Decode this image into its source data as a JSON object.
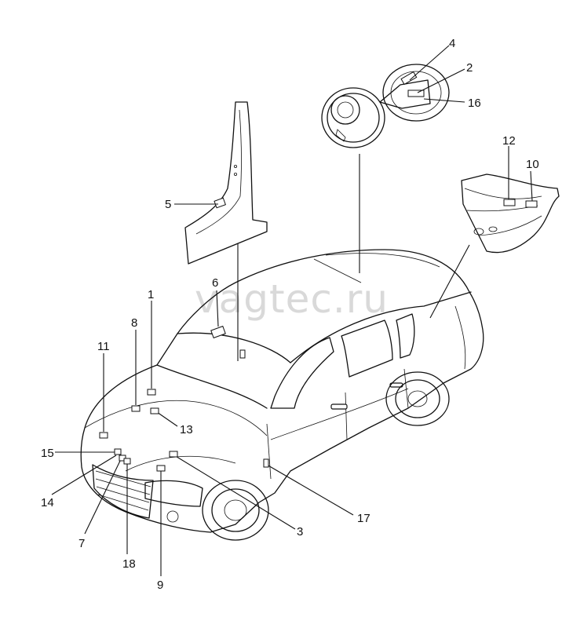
{
  "watermark": "vagtec.ru",
  "labels": {
    "l1": "1",
    "l2": "2",
    "l3": "3",
    "l4": "4",
    "l5": "5",
    "l6": "6",
    "l7": "7",
    "l8": "8",
    "l9": "9",
    "l10": "10",
    "l11": "11",
    "l12": "12",
    "l13": "13",
    "l14": "14",
    "l15": "15",
    "l16": "16",
    "l17": "17",
    "l18": "18"
  }
}
